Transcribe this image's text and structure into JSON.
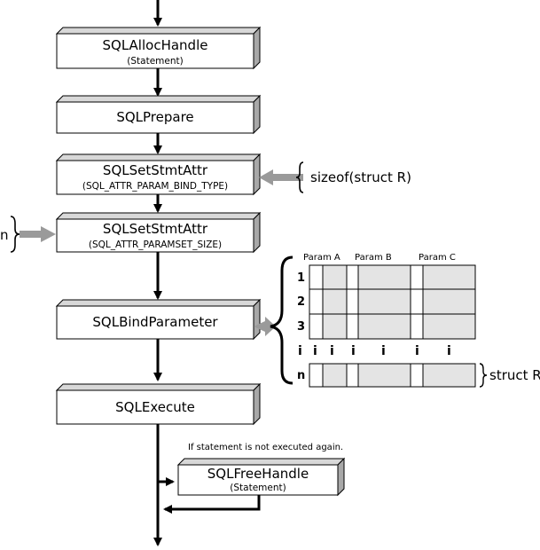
{
  "boxes": {
    "alloc": {
      "title": "SQLAllocHandle",
      "subtitle": "(Statement)"
    },
    "prepare": {
      "title": "SQLPrepare"
    },
    "setattr1": {
      "title": "SQLSetStmtAttr",
      "subtitle": "(SQL_ATTR_PARAM_BIND_TYPE)"
    },
    "setattr2": {
      "title": "SQLSetStmtAttr",
      "subtitle": "(SQL_ATTR_PARAMSET_SIZE)"
    },
    "bind": {
      "title": "SQLBindParameter"
    },
    "execute": {
      "title": "SQLExecute"
    },
    "free": {
      "title": "SQLFreeHandle",
      "subtitle": "(Statement)"
    }
  },
  "side_labels": {
    "bind_type": "sizeof(struct R)",
    "paramset": "n",
    "struct": "struct R"
  },
  "condition_note": "If statement is not executed again.",
  "grid": {
    "columns": [
      "Param A",
      "Param B",
      "Param C"
    ],
    "rows": [
      "1",
      "2",
      "3",
      "n"
    ],
    "ellipsis": "i"
  },
  "colors": {
    "box_fill": "#ffffff",
    "box_shadow": "#a8a8a8",
    "arrow_gray": "#9a9a9a",
    "cell_gray": "#e4e4e4",
    "line": "#000000"
  }
}
